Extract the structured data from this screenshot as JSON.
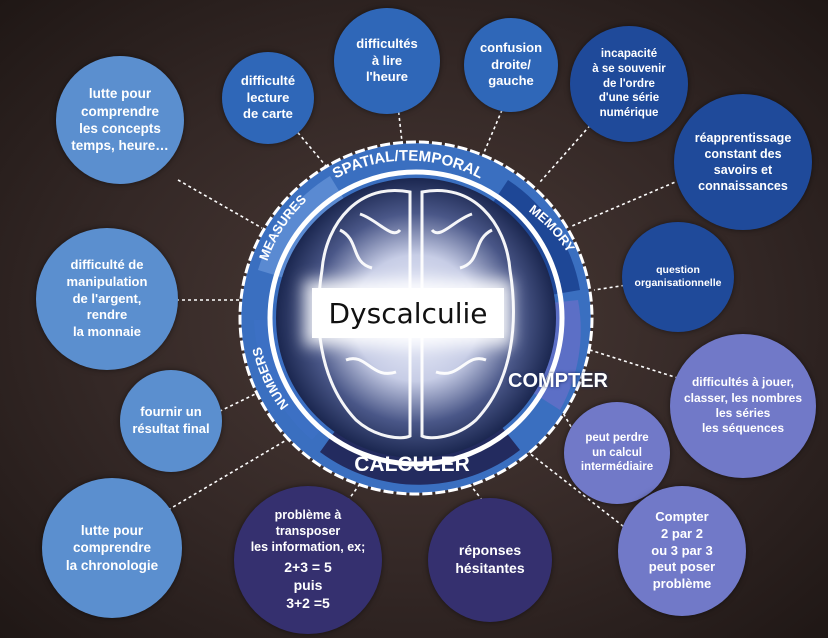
{
  "center_title": "Dyscalculie",
  "ring": {
    "segments": {
      "spatial": "SPATIAL/TEMPORAL",
      "memory": "MEMORY",
      "measures": "MEASURES",
      "numbers": "NUMBERS",
      "calculer": "CALCULER",
      "compter": "COMPTER"
    }
  },
  "bubbles": {
    "carte": "difficulté\nlecture\nde carte",
    "heure": "difficultés\nà lire\nl'heure",
    "confusion": "confusion\ndroite/\ngauche",
    "incapacite": "incapacité\nà se souvenir\nde l'ordre\nd'une série\nnumérique",
    "reapprentissage": "réapprentissage\nconstant des\nsavoirs et\nconnaissances",
    "organisation": "question\norganisationnelle",
    "jouer": "difficultés à jouer,\nclasser, les nombres\nles séries\nles séquences",
    "calcul_intermediaire": "peut perdre\nun calcul\nintermédiaire",
    "compter_2_3": "Compter\n2 par 2\nou 3 par 3\npeut poser\nproblème",
    "hesitantes": "réponses\nhésitantes",
    "transposer": "problème à\ntransposer\nles information, ex;",
    "transposer_example": "2+3 = 5\npuis\n3+2 =5",
    "chronologie": "lutte pour\ncomprendre\nla chronologie",
    "resultat": "fournir un\nrésultat final",
    "argent": "difficulté de\nmanipulation\nde l'argent,\nrendre\nla monnaie",
    "concepts": "lutte pour\ncomprendre\nles concepts\ntemps, heure…"
  },
  "colors": {
    "ring_outer": "#3a6fc0",
    "ring_inner": "#ffffff",
    "center_dark": "#14213f",
    "light_blue": "#5b8fcf",
    "dark_blue": "#1f4a9a",
    "purple": "#35306f"
  }
}
